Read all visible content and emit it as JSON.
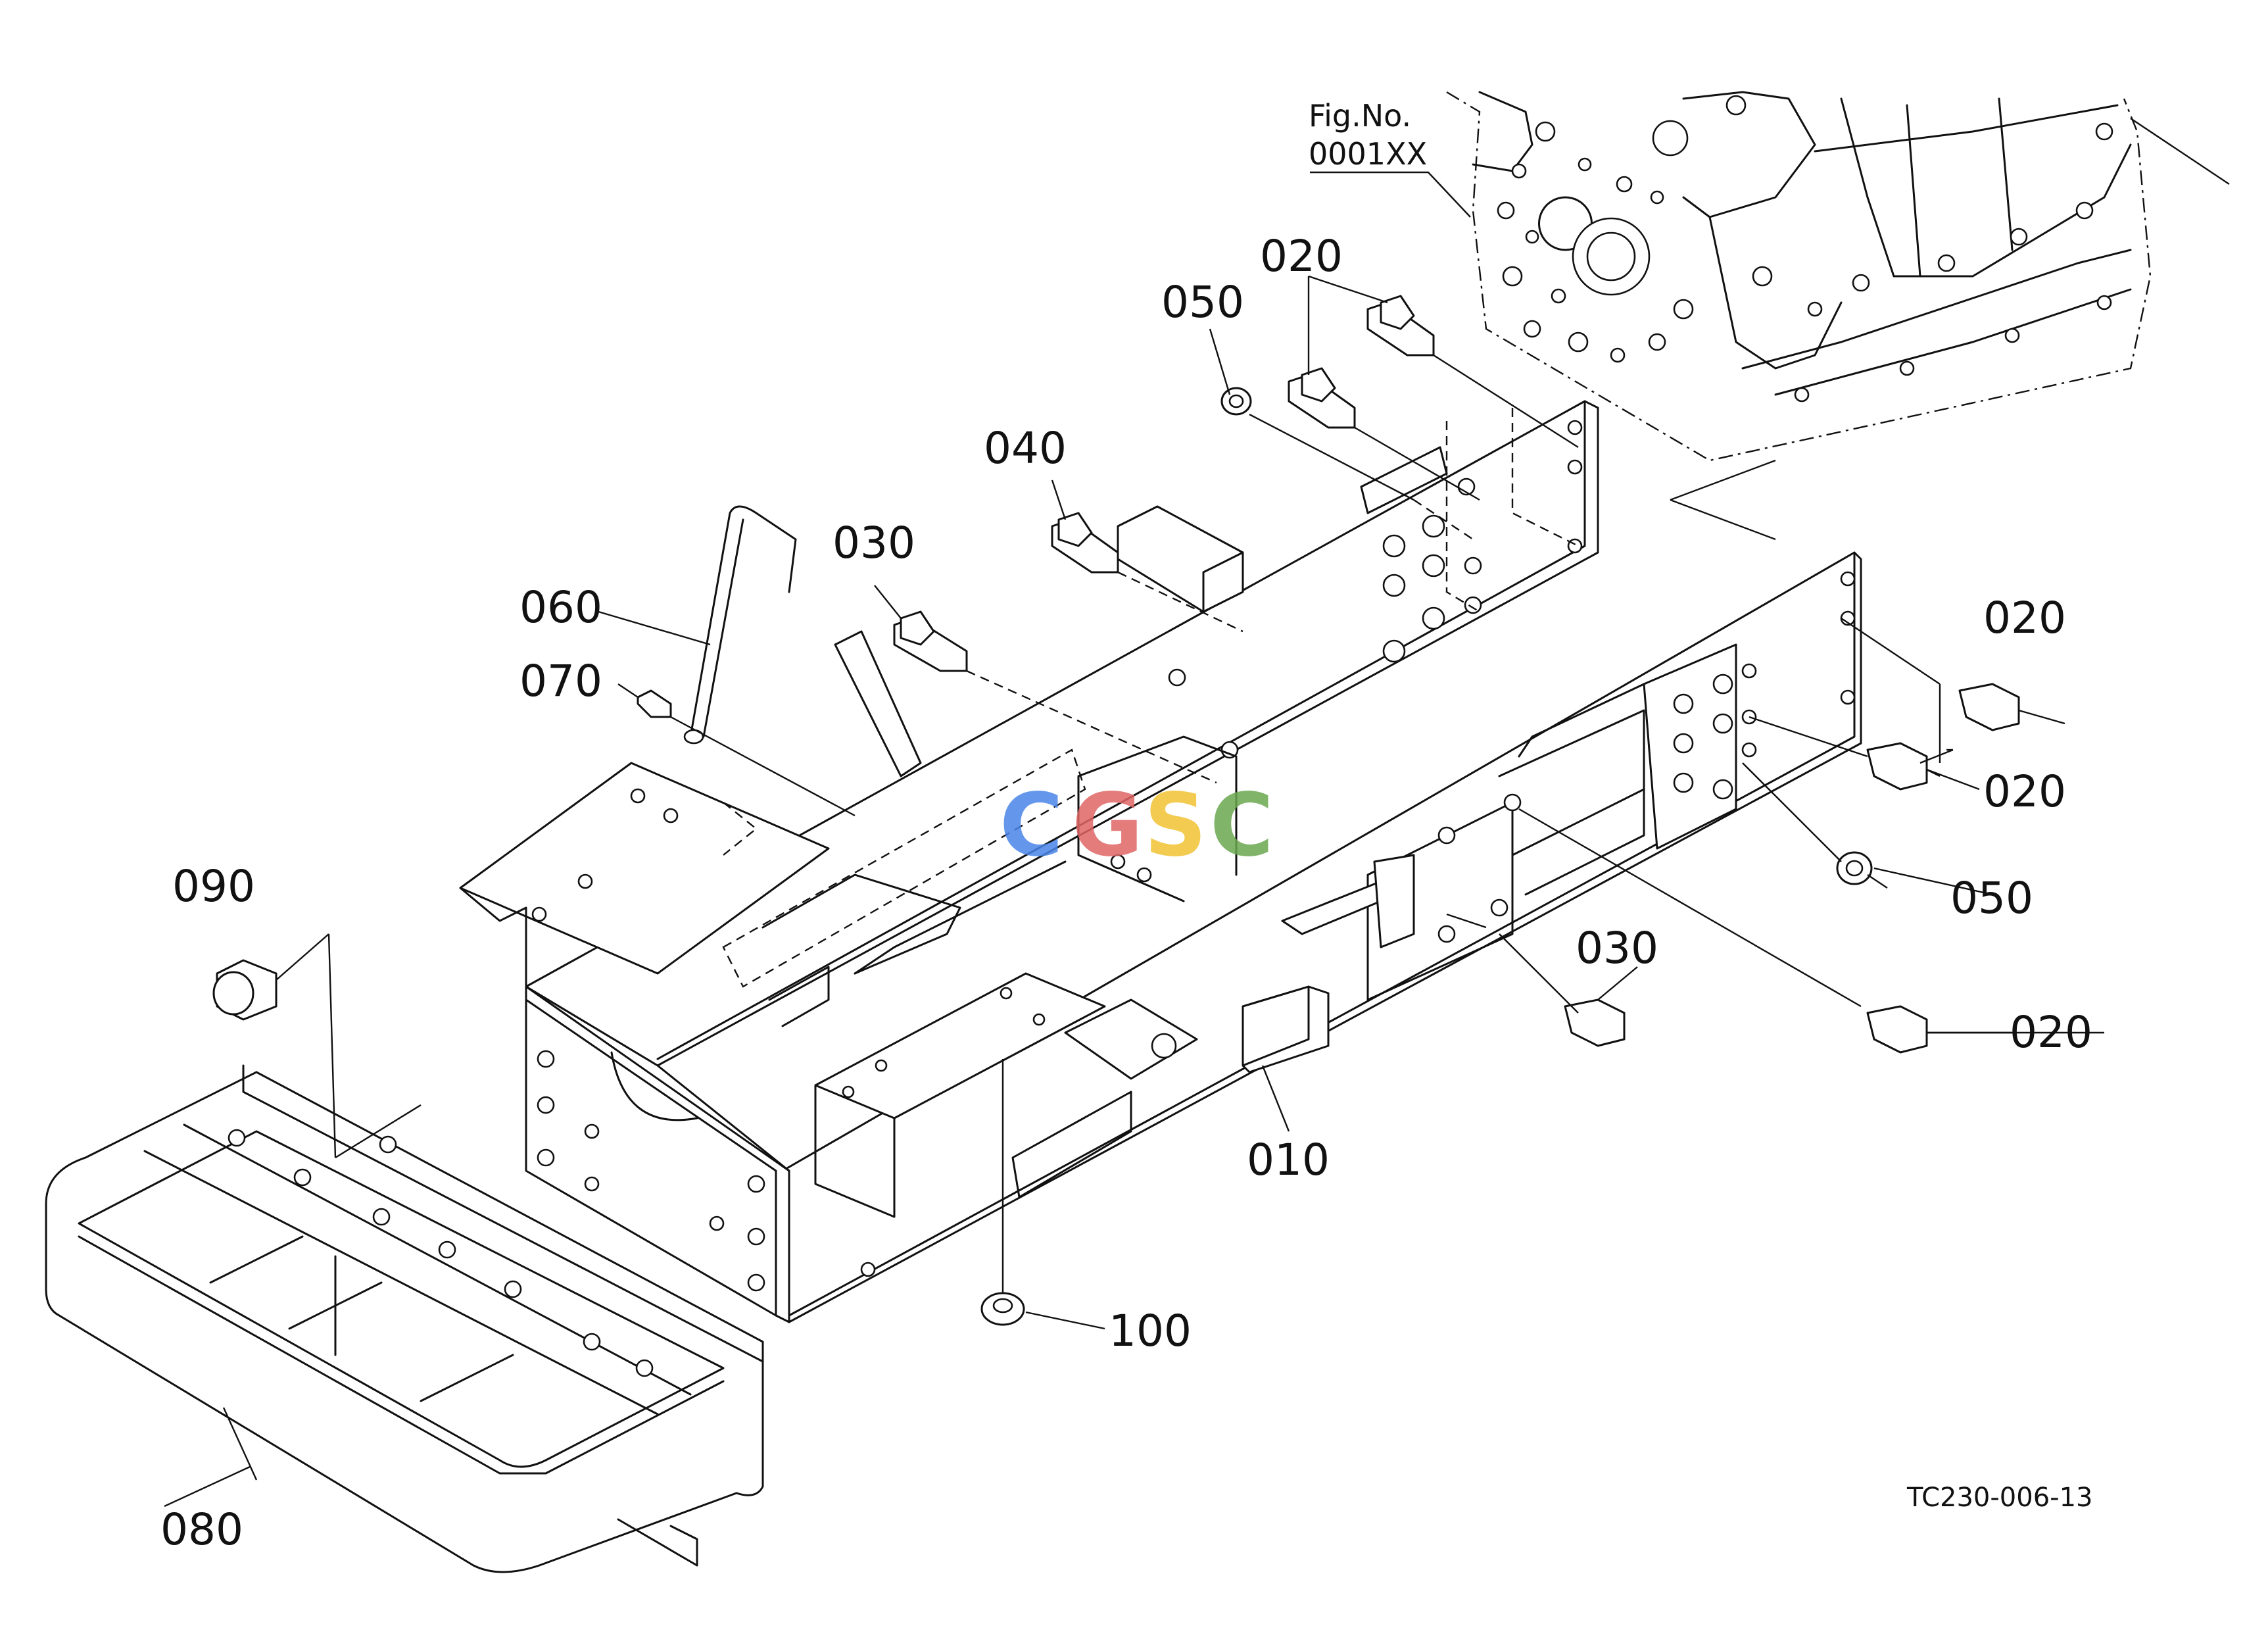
{
  "figure_reference": {
    "label": "Fig.No.",
    "number": "0001XX"
  },
  "drawing_code": "TC230-006-13",
  "watermark": {
    "letters": [
      {
        "char": "C",
        "color": "#4a86e8"
      },
      {
        "char": "G",
        "color": "#e06666"
      },
      {
        "char": "S",
        "color": "#f1c232"
      },
      {
        "char": "C",
        "color": "#6aa84f"
      }
    ]
  },
  "callouts": {
    "p010": "010",
    "p020a": "020",
    "p020b": "020",
    "p020c": "020",
    "p020d": "020",
    "p030a": "030",
    "p030b": "030",
    "p040": "040",
    "p050a": "050",
    "p050b": "050",
    "p060": "060",
    "p070": "070",
    "p080": "080",
    "p090": "090",
    "p100": "100"
  }
}
